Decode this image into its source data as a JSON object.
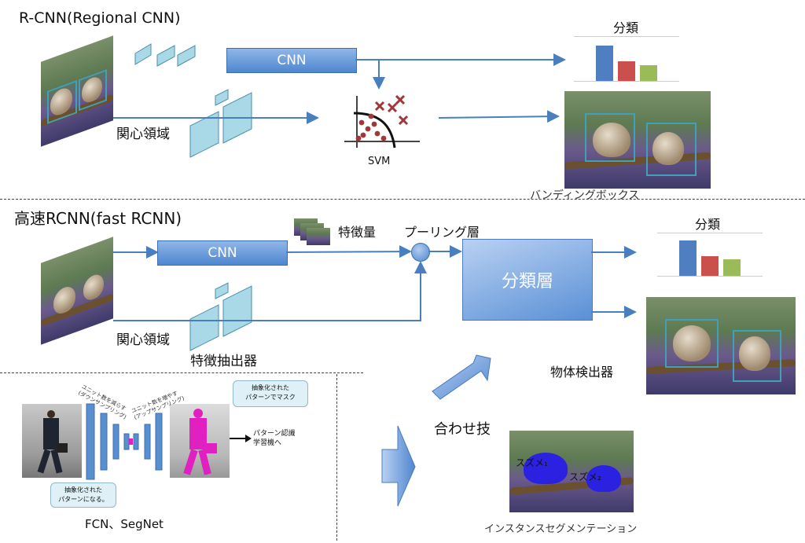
{
  "rcnn": {
    "title": "R-CNN(Regional CNN)",
    "cnn_label": "CNN",
    "roi_label": "関心領域",
    "svm_label": "SVM",
    "classify_label": "分類",
    "bbox_label": "バンディングボックス"
  },
  "fast": {
    "title": "高速RCNN(fast RCNN)",
    "cnn_label": "CNN",
    "feature_label": "特徴量",
    "pooling_label": "プーリング層",
    "classify_layer_label": "分類層",
    "classify_label": "分類",
    "roi_label": "関心領域",
    "extractor_label": "特徴抽出器",
    "detector_label": "物体検出器"
  },
  "fcn": {
    "caption": "FCN、SegNet",
    "callout_top": [
      "抽象化された",
      "パターンでマスク"
    ],
    "callout_bottom": [
      "抽象化された",
      "パターンになる。"
    ],
    "down_label": [
      "ユニット数を減らす",
      "(ダウンサンプリング)"
    ],
    "up_label": [
      "ユニット数を増やす",
      "(アップサンプリング)"
    ],
    "output_label": [
      "パターン認識",
      "学習機へ"
    ]
  },
  "combo": {
    "label": "合わせ技",
    "instance_label": "インスタンスセグメンテーション",
    "bird1": "スズメ₁",
    "bird2": "スズメ₂"
  },
  "colors": {
    "bar1": "#4f7fc0",
    "bar2": "#c9504d",
    "bar3": "#9bbb59",
    "arrow": "#4a7fbf",
    "roi": "#a9d8e6",
    "svm_x": "#a0383a"
  }
}
